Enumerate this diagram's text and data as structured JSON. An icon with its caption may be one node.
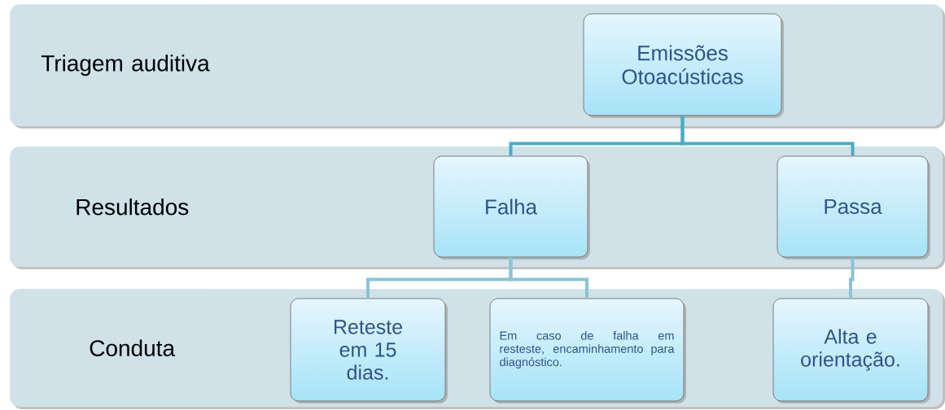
{
  "diagram": {
    "nodes": [
      {
        "text": [
          "Triagem auditiva"
        ]
      },
      {
        "text": [
          "Resultados"
        ]
      },
      {
        "text": [
          "Conduta"
        ]
      },
      {
        "text": [
          "Emissões Otoacústicas"
        ],
        "in": 0
      },
      {
        "text": [
          "Falha"
        ],
        "in": 1
      },
      {
        "text": [
          "Passa"
        ],
        "in": 1
      },
      {
        "text": [
          "Reteste em 15 dias."
        ],
        "in": 2
      },
      {
        "text": [
          "Em caso de falha em resteste, encaminhamento para diagnóstico."
        ],
        "in": 2
      },
      {
        "text": [
          "Alta e orientação."
        ],
        "in": 2
      }
    ],
    "edges": [
      {
        "from": 3,
        "to": 4,
        "arrow": "none"
      },
      {
        "from": 3,
        "to": 5,
        "arrow": "none"
      },
      {
        "from": 4,
        "to": 6,
        "arrow": "none"
      },
      {
        "from": 4,
        "to": 7,
        "arrow": "none"
      },
      {
        "from": 5,
        "to": 8,
        "arrow": "none"
      }
    ]
  }
}
